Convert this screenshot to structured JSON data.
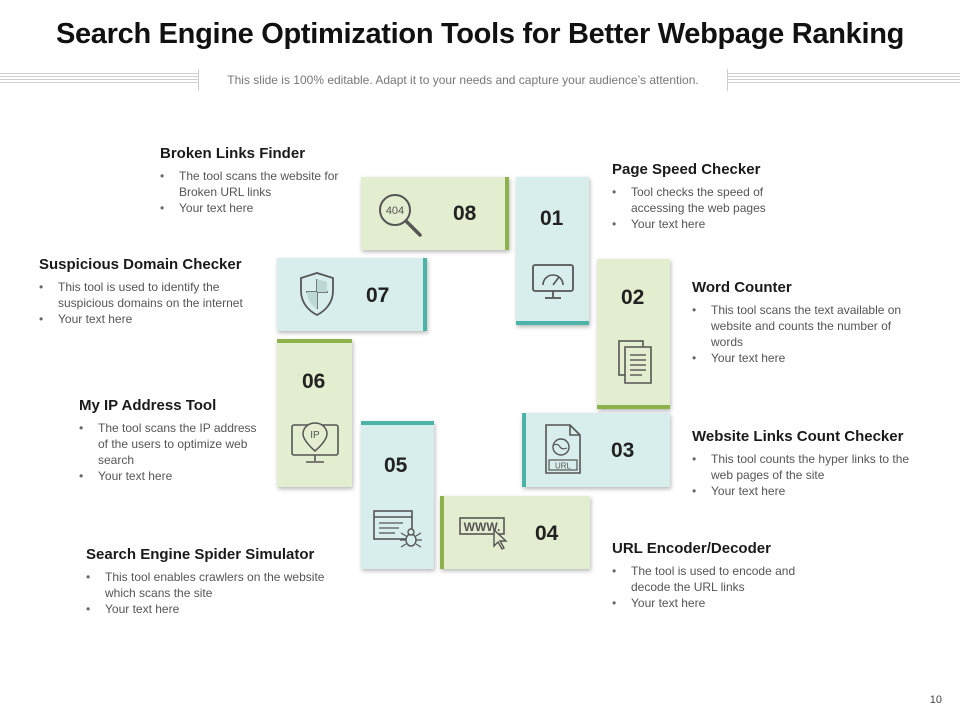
{
  "title": "Search Engine Optimization Tools for Better Webpage Ranking",
  "subtitle": "This slide is 100% editable. Adapt it to your needs and capture your audience’s attention.",
  "page_number": "10",
  "colors": {
    "green_tile": "#e3edcf",
    "teal_tile": "#d8eeec",
    "green_accent": "#8db24c",
    "teal_accent": "#4bb3a8"
  },
  "tiles": [
    {
      "number": "01",
      "icon": "speedometer-monitor-icon"
    },
    {
      "number": "02",
      "icon": "document-icon"
    },
    {
      "number": "03",
      "icon": "url-file-icon",
      "icon_text": "URL"
    },
    {
      "number": "04",
      "icon": "www-cursor-icon",
      "icon_text": "WWW."
    },
    {
      "number": "05",
      "icon": "spider-browser-icon"
    },
    {
      "number": "06",
      "icon": "ip-monitor-icon",
      "icon_text": "IP"
    },
    {
      "number": "07",
      "icon": "shield-icon"
    },
    {
      "number": "08",
      "icon": "magnifier-404-icon",
      "icon_text": "404"
    }
  ],
  "items": [
    {
      "title": "Page Speed Checker",
      "bullets": [
        "Tool checks the speed of accessing the web pages",
        "Your text here"
      ]
    },
    {
      "title": "Word Counter",
      "bullets": [
        "This tool scans the text available on website and counts the number of words",
        "Your text here"
      ]
    },
    {
      "title": "Website Links Count Checker",
      "bullets": [
        "This tool counts the hyper links to the web pages of the site",
        "Your text here"
      ]
    },
    {
      "title": "URL Encoder/Decoder",
      "bullets": [
        "The tool is used to encode and decode the URL links",
        "Your text here"
      ]
    },
    {
      "title": "Search Engine Spider Simulator",
      "bullets": [
        "This tool enables crawlers on the website which scans the site",
        "Your text here"
      ]
    },
    {
      "title": "My IP Address Tool",
      "bullets": [
        "The tool scans the IP address of the users to optimize web search",
        "Your text here"
      ]
    },
    {
      "title": "Suspicious Domain Checker",
      "bullets": [
        "This tool is used to identify the suspicious domains on the internet",
        "Your text here"
      ]
    },
    {
      "title": "Broken Links Finder",
      "bullets": [
        "The tool scans the website for Broken URL links",
        "Your text here"
      ]
    }
  ]
}
